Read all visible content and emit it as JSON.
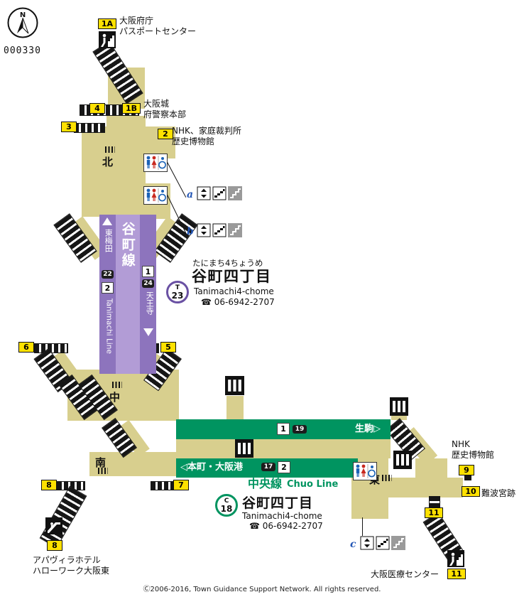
{
  "compass": {
    "n": "N",
    "map_id": "000330"
  },
  "exits": {
    "e1a": "1A",
    "e1b": "1B",
    "e2": "2",
    "e3": "3",
    "e4": "4",
    "e5": "5",
    "e6": "6",
    "e7": "7",
    "e8_top": "8",
    "e8_bottom": "8",
    "e9": "9",
    "e10": "10",
    "e11_mid": "11",
    "e11_bottom": "11"
  },
  "labels": {
    "pref_office": "大阪府庁",
    "passport_center": "パスポートセンター",
    "osaka_castle": "大阪城",
    "police_hq": "府警察本部",
    "nhk_family_court": "NHK、家庭裁判所",
    "history_museum": "歴史博物館",
    "nhk": "NHK",
    "history_museum2": "歴史博物館",
    "naniwa_palace": "難波宮跡",
    "medical_center": "大阪医療センター",
    "apa_hotel": "アパヴィラホテル",
    "hellowork": "ハローワーク大阪東"
  },
  "zones": {
    "north": "北",
    "center": "中",
    "south": "南",
    "east": "東"
  },
  "tanimachi_line": {
    "name_ja": "谷町線",
    "name_en": "Tanimachi Line",
    "platform1": "1",
    "platform2": "2",
    "badge1": "24",
    "badge2": "22",
    "to_up": "東梅田",
    "to_down": "天王寺"
  },
  "tanimachi_station": {
    "kana": "たにまち4ちょうめ",
    "name": "谷町四丁目",
    "letter": "T",
    "number": "23",
    "romaji": "Tanimachi4-chome",
    "tel": "☎ 06-6942-2707"
  },
  "chuo_line": {
    "name_ja": "中央線",
    "name_en": "Chuo Line",
    "platform1": "1",
    "platform2": "2",
    "badge1": "19",
    "badge2": "17",
    "to_east": "生駒▷",
    "to_west": "◁本町・大阪港"
  },
  "chuo_station": {
    "letter": "C",
    "number": "18",
    "name": "谷町四丁目",
    "romaji": "Tanimachi4-chome",
    "tel": "☎ 06-6942-2707"
  },
  "facilities": {
    "a": "a",
    "b": "b",
    "c": "c"
  },
  "copyright": "Ⓒ2006-2016, Town Guidance Support Network. All rights reserved."
}
